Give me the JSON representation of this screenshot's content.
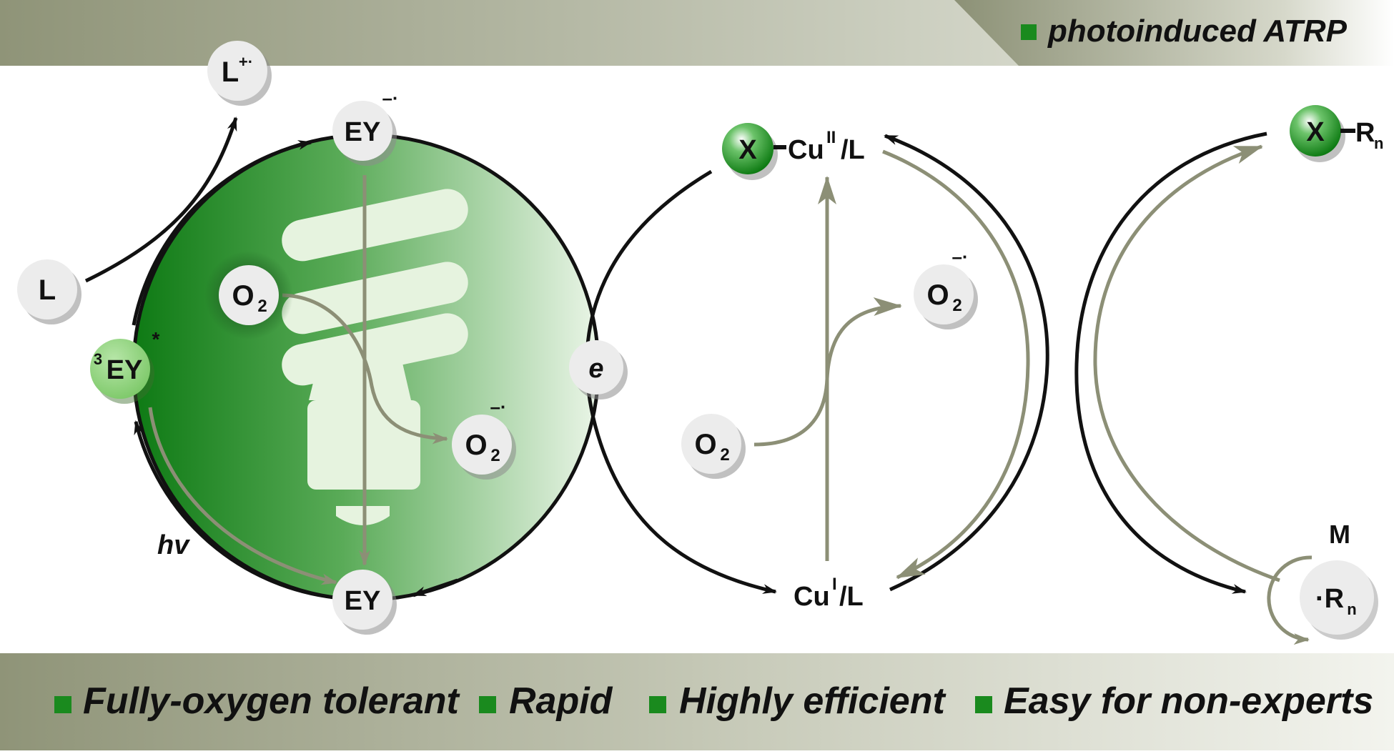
{
  "header": {
    "tag": "photoinduced ATRP"
  },
  "photocycle": {
    "l": "L",
    "l_radical_cation": "L",
    "l_radical_cation_sup": "+·",
    "ey_radical_anion": "EY",
    "ey_radical_anion_sup": "–·",
    "ey_triplet_prefix": "3",
    "ey_triplet": "EY",
    "ey_triplet_sup": "*",
    "ey_ground": "EY",
    "hv": "hv",
    "o2_inner": "O",
    "o2_inner_sub": "2",
    "o2_inner_product": "O",
    "o2_inner_product_sub": "2",
    "o2_inner_product_sup": "–·"
  },
  "electron": "e",
  "cu_cycle": {
    "cu2_x": "X",
    "cu2": "Cu",
    "cu2_sup": "II",
    "cu2_ligand": "/L",
    "cu1": "Cu",
    "cu1_sup": "I",
    "cu1_ligand": "/L",
    "o2": "O",
    "o2_sub": "2",
    "o2_product": "O",
    "o2_product_sub": "2",
    "o2_product_sup": "–·"
  },
  "polymer_cycle": {
    "dormant_x": "X",
    "dormant_r": "R",
    "dormant_r_sub": "n",
    "monomer": "M",
    "radical": "·R",
    "radical_sub": "n"
  },
  "features": [
    "Fully-oxygen tolerant",
    "Rapid",
    "Highly efficient",
    "Easy for non-experts"
  ],
  "colors": {
    "band_dark": "#8f9478",
    "band_light": "#e8e9e0",
    "cycle_green_dark": "#0e7a14",
    "cycle_green_light": "#e9f5e6",
    "arrow_olive": "#8c8f76",
    "bullet_green": "#1a8a1e",
    "node_fill": "#ececec",
    "triplet_green": "#8fd47c"
  }
}
